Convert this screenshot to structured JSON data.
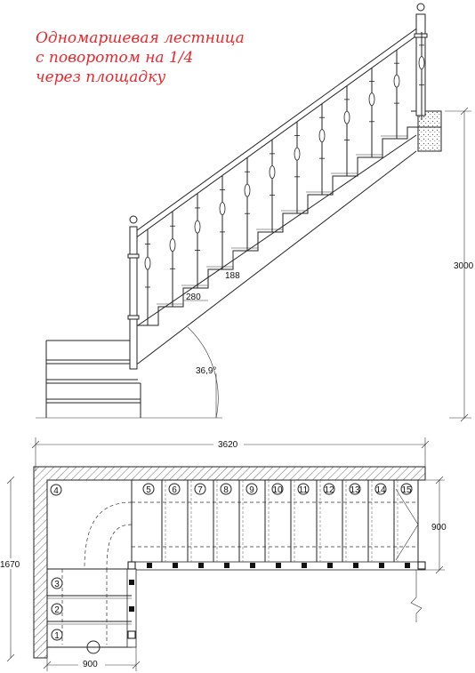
{
  "title": {
    "line1": "Одномаршевая лестница",
    "line2": "с поворотом на 1/4",
    "line3": "через площадку"
  },
  "elevation": {
    "tread_depth": "280",
    "riser_height": "188",
    "angle": "36,9°",
    "total_height": "3000"
  },
  "plan": {
    "total_length": "3620",
    "total_width": "1670",
    "flight_width": "900",
    "landing_width": "900",
    "landing_number": "4",
    "lower_steps": [
      "1",
      "2",
      "3"
    ],
    "upper_steps": [
      "5",
      "6",
      "7",
      "8",
      "9",
      "10",
      "11",
      "12",
      "13",
      "14",
      "15"
    ]
  },
  "colors": {
    "title": "#e8282d",
    "lines": "#222222"
  }
}
